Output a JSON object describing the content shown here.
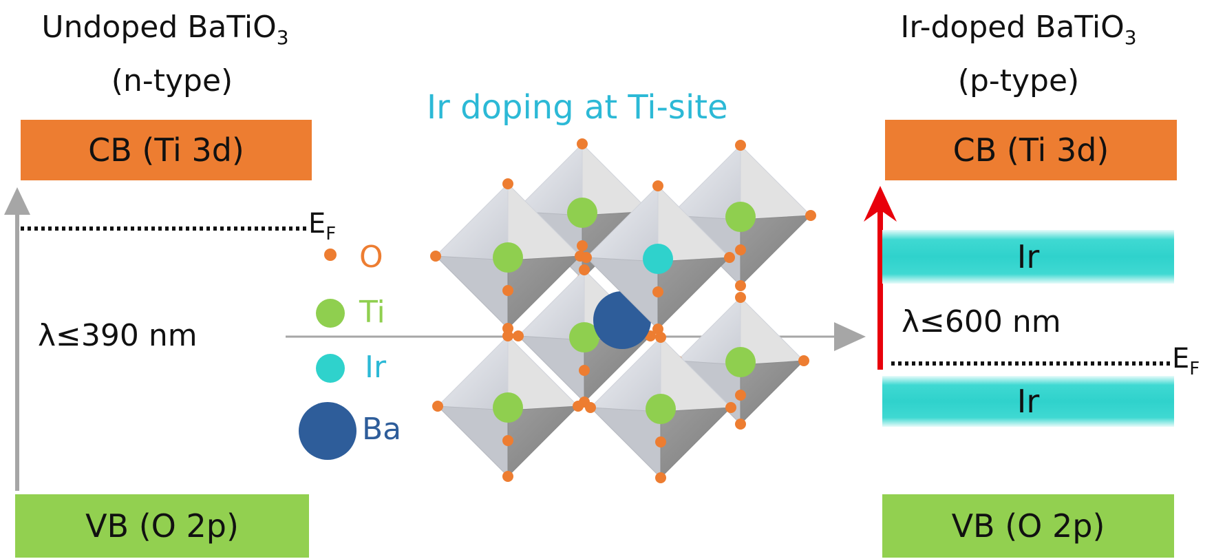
{
  "left": {
    "title_line1": "Undoped BaTiO",
    "title_sub": "3",
    "title_line2": "(n-type)",
    "cb_label": "CB (Ti 3d)",
    "vb_label": "VB (O 2p)",
    "fermi": "E",
    "fermi_sub": "F",
    "wavelength": "λ≤390 nm"
  },
  "right": {
    "title_line1": "Ir-doped BaTiO",
    "title_sub": "3",
    "title_line2": "(p-type)",
    "cb_label": "CB (Ti 3d)",
    "vb_label": "VB (O 2p)",
    "ir_upper_label": "Ir",
    "ir_lower_label": "Ir",
    "fermi": "E",
    "fermi_sub": "F",
    "wavelength": "λ≤600 nm"
  },
  "center": {
    "title": "Ir doping at Ti-site"
  },
  "legend": {
    "o": "O",
    "ti": "Ti",
    "ir": "Ir",
    "ba": "Ba"
  },
  "colors": {
    "cb": "#ed7d31",
    "vb": "#92d050",
    "ir_band": "#2fd2cc",
    "oxygen": "#ed7d31",
    "titanium": "#8fcf4f",
    "iridium": "#2fd2cc",
    "barium": "#2e5d9a",
    "heading_cyan": "#2cb9d6",
    "red_arrow": "#e8000b",
    "grey_arrow": "#a6a6a6"
  }
}
